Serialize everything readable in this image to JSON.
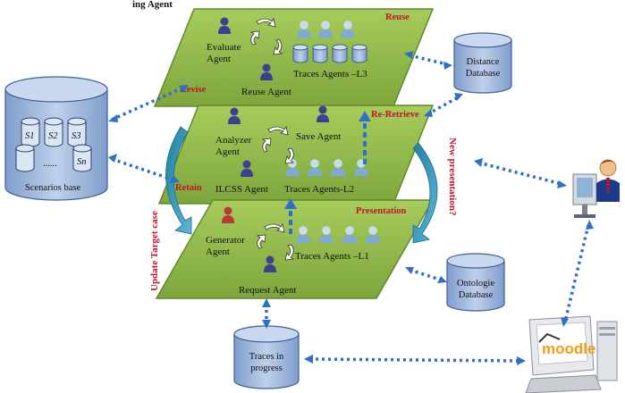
{
  "top_caption": "ing Agent",
  "layers": {
    "reuse": {
      "tag": "Reuse",
      "side_tag": "Revise",
      "agents": {
        "evaluate": "Evaluate Agent",
        "reuse": "Reuse Agent",
        "traces": "Traces Agents –L3"
      }
    },
    "retrieve": {
      "tag": "Re-Retrieve",
      "side_tag": "Retain",
      "agents": {
        "analyzer": "Analyzer Agent",
        "save": "Save Agent",
        "ilcss": "ILCSS Agent",
        "traces": "Traces Agents-L2"
      }
    },
    "presentation": {
      "tag": "Presentation",
      "agents": {
        "generator": "Generator Agent",
        "request": "Request Agent",
        "traces": "Traces Agents –L1"
      }
    }
  },
  "scenarios_base": {
    "label": "Scenarios base",
    "slots": [
      "S1",
      "S2",
      "S3",
      "Sn"
    ],
    "ellipsis": "......"
  },
  "databases": {
    "distance": "Distance Database",
    "ontologie": "Ontologie Database",
    "traces_progress": "Traces in progress"
  },
  "side_labels": {
    "update": "Update Target case",
    "new_presentation": "New presentation?"
  },
  "moodle_label": "moodle",
  "colors": {
    "layer_fill": "#8fb84a",
    "layer_edge": "#5e8a2c",
    "dots": "#2f6fc9",
    "db_fill": "#9fb7dc",
    "accent_red": "#c0142b",
    "curve_arrow": "#2d8fb0"
  }
}
